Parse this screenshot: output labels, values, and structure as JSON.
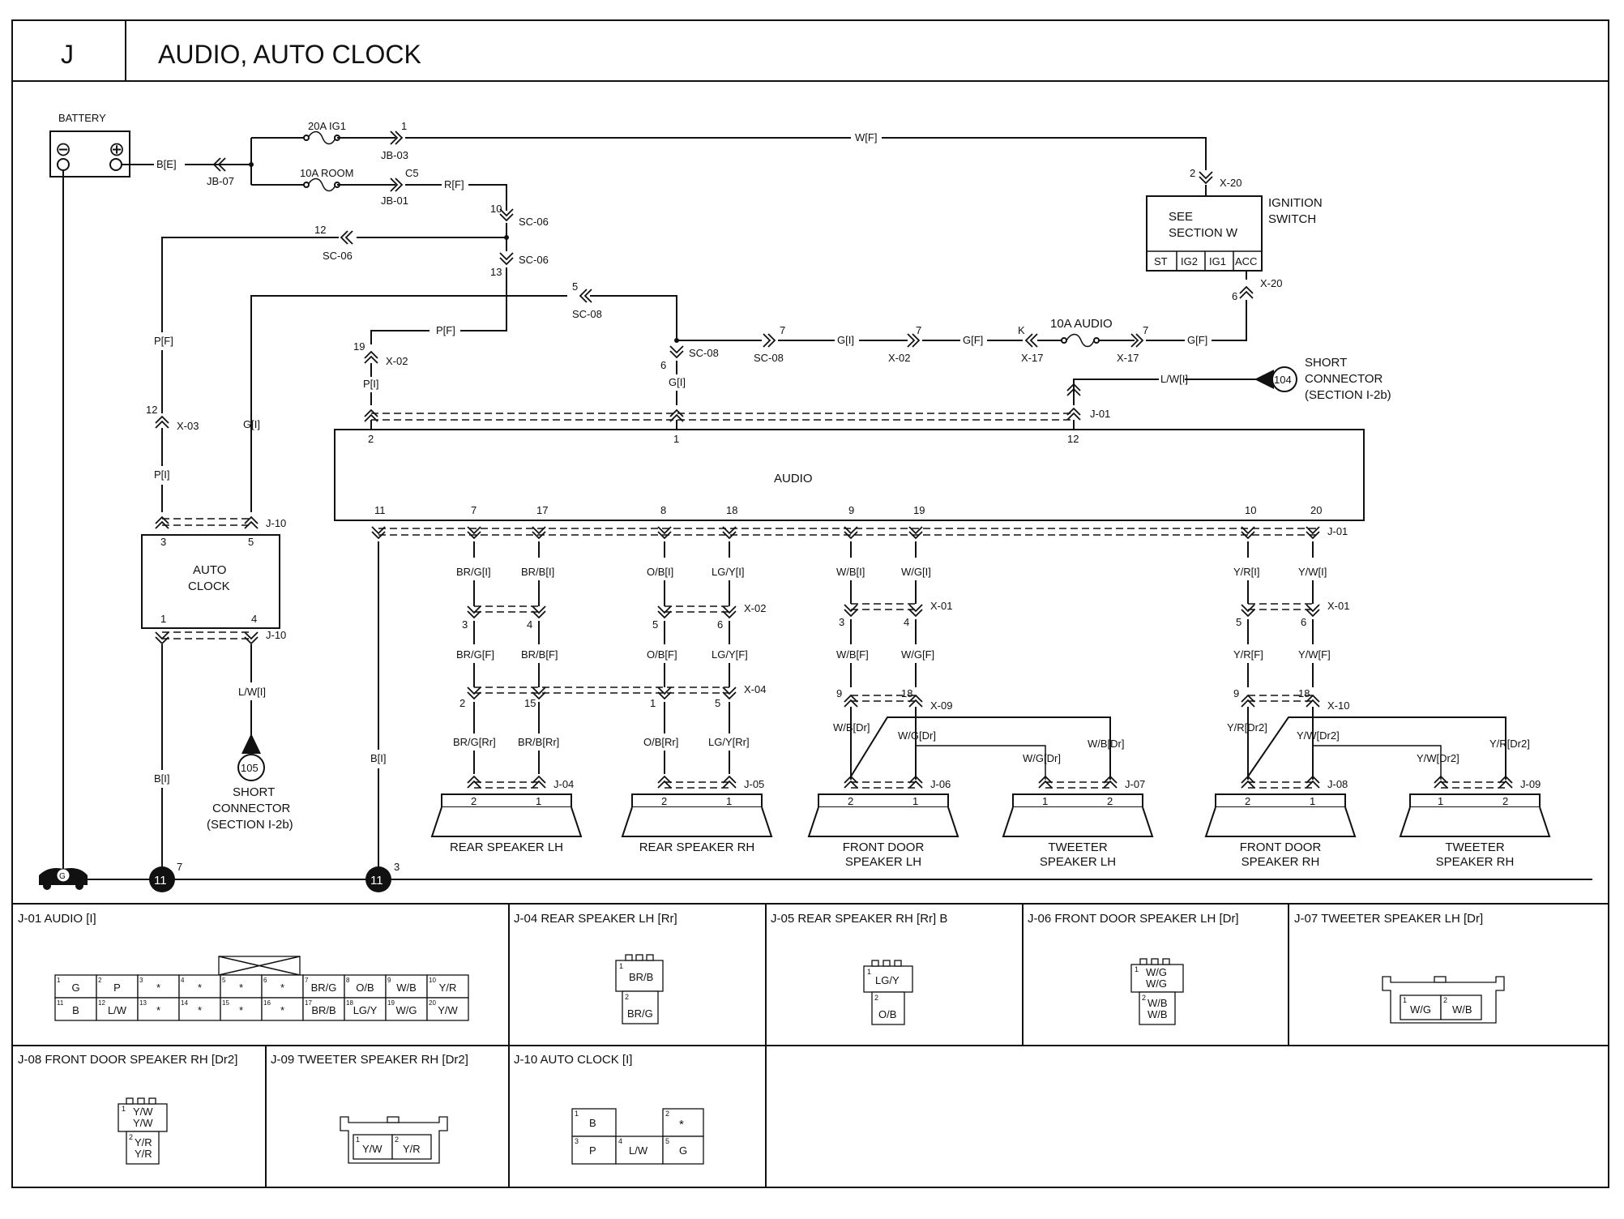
{
  "header": {
    "section_letter": "J",
    "title": "AUDIO, AUTO CLOCK"
  },
  "battery": {
    "label": "BATTERY",
    "neg": "⊖",
    "pos": "⊕",
    "wire": "B[E]",
    "junction": "JB-07"
  },
  "fuses": {
    "ig1": {
      "label": "20A IG1",
      "pin": "1",
      "conn": "JB-03"
    },
    "room": {
      "label": "10A ROOM",
      "pin": "C5",
      "conn": "JB-01"
    },
    "audio": {
      "label": "10A AUDIO",
      "pin_in": "K",
      "conn_in": "X-17",
      "pin_out": "7",
      "conn_out": "X-17"
    }
  },
  "ignition": {
    "label_line1": "IGNITION",
    "label_line2": "SWITCH",
    "see_line1": "SEE",
    "see_line2": "SECTION W",
    "terminals": [
      "ST",
      "IG2",
      "IG1",
      "ACC"
    ],
    "top_pin": "2",
    "top_conn": "X-20",
    "bot_pin": "6",
    "bot_conn": "X-20"
  },
  "wires": {
    "wf": "W[F]",
    "rf": "R[F]",
    "pf_left": "P[F]",
    "pf_mid": "P[F]",
    "gi_clock": "G[I]",
    "gi1": "G[I]",
    "gf1": "G[F]",
    "gf2": "G[F]",
    "pi_audio": "P[I]",
    "gi_audio": "G[I]",
    "lwi": "L/W[I]",
    "pi_clock": "P[I]",
    "lwi_clock": "L/W[I]",
    "bi_clock": "B[I]",
    "bi_audio": "B[I]"
  },
  "connectors": {
    "sc06_a": {
      "pin": "10",
      "conn": "SC-06"
    },
    "sc06_b": {
      "pin": "12",
      "conn": "SC-06"
    },
    "sc06_c": {
      "pin": "13",
      "conn": "SC-06"
    },
    "sc08_a": {
      "pin": "5",
      "conn": "SC-08"
    },
    "sc08_b": {
      "pin": "6",
      "conn": "SC-08"
    },
    "sc08_c": {
      "pin": "7",
      "conn": "SC-08"
    },
    "x02_a": {
      "pin": "19",
      "conn": "X-02"
    },
    "x02_b": {
      "pin": "7",
      "conn": "X-02"
    },
    "x03": {
      "pin": "12",
      "conn": "X-03"
    },
    "j01": "J-01",
    "j10_top": "J-10",
    "j10_bot": "J-10"
  },
  "audio_unit": {
    "label": "AUDIO",
    "top_pins": [
      "2",
      "1",
      "12"
    ],
    "bottom_pins": [
      "11",
      "7",
      "17",
      "8",
      "18",
      "9",
      "19",
      "10",
      "20"
    ]
  },
  "auto_clock": {
    "line1": "AUTO",
    "line2": "CLOCK",
    "top_pins": [
      "3",
      "5"
    ],
    "bottom_pins": [
      "1",
      "4"
    ]
  },
  "short_104": {
    "num": "104",
    "line1": "SHORT",
    "line2": "CONNECTOR",
    "line3": "(SECTION I-2b)"
  },
  "short_105": {
    "num": "105",
    "line1": "SHORT",
    "line2": "CONNECTOR",
    "line3": "(SECTION I-2b)"
  },
  "grounds": {
    "chassis": "G",
    "g1": "11",
    "g1_pin": "7",
    "g2": "11",
    "g2_pin": "3"
  },
  "speaker_wiring": {
    "rear": {
      "wI": [
        "BR/G[I]",
        "BR/B[I]",
        "O/B[I]",
        "LG/Y[I]"
      ],
      "x02_pins": [
        "3",
        "4",
        "5",
        "6"
      ],
      "x02": "X-02",
      "wF": [
        "BR/G[F]",
        "BR/B[F]",
        "O/B[F]",
        "LG/Y[F]"
      ],
      "x04_pins": [
        "2",
        "15",
        "1",
        "5"
      ],
      "x04": "X-04",
      "wR": [
        "BR/G[Rr]",
        "BR/B[Rr]",
        "O/B[Rr]",
        "LG/Y[Rr]"
      ],
      "j04": "J-04",
      "j05": "J-05"
    },
    "front_lh": {
      "wI": [
        "W/B[I]",
        "W/G[I]"
      ],
      "x01_pins": [
        "3",
        "4"
      ],
      "x01": "X-01",
      "wF": [
        "W/B[F]",
        "W/G[F]"
      ],
      "x09_pins": [
        "9",
        "18"
      ],
      "x09": "X-09",
      "wD": [
        "W/B[Dr]",
        "W/G[Dr]",
        "W/G[Dr]",
        "W/B[Dr]"
      ],
      "j06": "J-06",
      "j07": "J-07"
    },
    "front_rh": {
      "wI": [
        "Y/R[I]",
        "Y/W[I]"
      ],
      "x01_pins": [
        "5",
        "6"
      ],
      "x01": "X-01",
      "j01": "J-01",
      "wF": [
        "Y/R[F]",
        "Y/W[F]"
      ],
      "x10_pins": [
        "9",
        "18"
      ],
      "x10": "X-10",
      "wD": [
        "Y/R[Dr2]",
        "Y/W[Dr2]",
        "Y/W[Dr2]",
        "Y/R[Dr2]"
      ],
      "j08": "J-08",
      "j09": "J-09"
    }
  },
  "speakers": [
    {
      "line1": "REAR SPEAKER LH",
      "line2": "",
      "pins": [
        "2",
        "1"
      ]
    },
    {
      "line1": "REAR SPEAKER RH",
      "line2": "",
      "pins": [
        "2",
        "1"
      ]
    },
    {
      "line1": "FRONT DOOR",
      "line2": "SPEAKER LH",
      "pins": [
        "2",
        "1"
      ]
    },
    {
      "line1": "TWEETER",
      "line2": "SPEAKER LH",
      "pins": [
        "1",
        "2"
      ]
    },
    {
      "line1": "FRONT DOOR",
      "line2": "SPEAKER RH",
      "pins": [
        "2",
        "1"
      ]
    },
    {
      "line1": "TWEETER",
      "line2": "SPEAKER RH",
      "pins": [
        "1",
        "2"
      ]
    }
  ],
  "connector_views": {
    "j01": {
      "title": "J-01 AUDIO [I]",
      "row1": [
        [
          "1",
          "G"
        ],
        [
          "2",
          "P"
        ],
        [
          "3",
          "*"
        ],
        [
          "4",
          "*"
        ],
        [
          "5",
          "*"
        ],
        [
          "6",
          "*"
        ],
        [
          "7",
          "BR/G"
        ],
        [
          "8",
          "O/B"
        ],
        [
          "9",
          "W/B"
        ],
        [
          "10",
          "Y/R"
        ]
      ],
      "row2": [
        [
          "11",
          "B"
        ],
        [
          "12",
          "L/W"
        ],
        [
          "13",
          "*"
        ],
        [
          "14",
          "*"
        ],
        [
          "15",
          "*"
        ],
        [
          "16",
          "*"
        ],
        [
          "17",
          "BR/B"
        ],
        [
          "18",
          "LG/Y"
        ],
        [
          "19",
          "W/G"
        ],
        [
          "20",
          "Y/W"
        ]
      ]
    },
    "j04": {
      "title": "J-04 REAR SPEAKER LH [Rr]",
      "p1": "1",
      "v1": "BR/B",
      "p2": "2",
      "v2": "BR/G"
    },
    "j05": {
      "title": "J-05 REAR SPEAKER RH [Rr] B",
      "p1": "1",
      "v1": "LG/Y",
      "p2": "2",
      "v2": "O/B"
    },
    "j06": {
      "title": "J-06 FRONT DOOR SPEAKER LH [Dr]",
      "p1": "1",
      "v1a": "W/G",
      "v1b": "W/G",
      "p2": "2",
      "v2a": "W/B",
      "v2b": "W/B"
    },
    "j07": {
      "title": "J-07 TWEETER SPEAKER LH [Dr]",
      "p1": "1",
      "v1": "W/G",
      "p2": "2",
      "v2": "W/B"
    },
    "j08": {
      "title": "J-08 FRONT DOOR SPEAKER RH [Dr2]",
      "p1": "1",
      "v1a": "Y/W",
      "v1b": "Y/W",
      "p2": "2",
      "v2a": "Y/R",
      "v2b": "Y/R"
    },
    "j09": {
      "title": "J-09 TWEETER SPEAKER RH [Dr2]",
      "p1": "1",
      "v1": "Y/W",
      "p2": "2",
      "v2": "Y/R"
    },
    "j10": {
      "title": "J-10 AUTO CLOCK [I]",
      "cells": [
        [
          "1",
          "B"
        ],
        [
          "2",
          "*"
        ],
        [
          "3",
          "P"
        ],
        [
          "4",
          "L/W"
        ],
        [
          "5",
          "G"
        ]
      ]
    }
  }
}
